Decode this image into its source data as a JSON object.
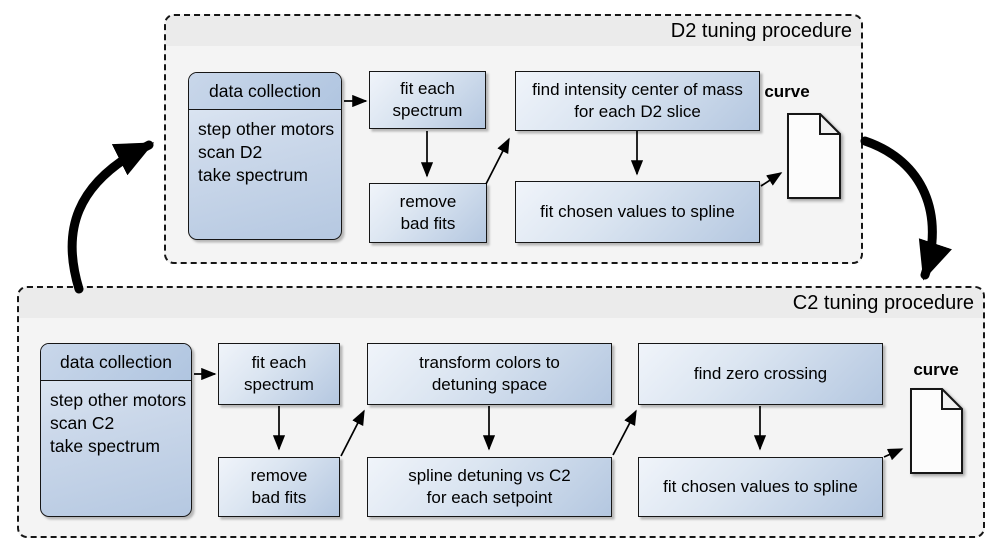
{
  "diagram": {
    "d2": {
      "title": "D2 tuning procedure",
      "collection": {
        "header": "data collection",
        "steps": [
          "step other motors",
          "scan D2",
          "take spectrum"
        ]
      },
      "fit_each": "fit each\nspectrum",
      "remove_bad": "remove\nbad fits",
      "find_com": "find intensity center of mass\nfor each D2 slice",
      "fit_spline": "fit chosen values to spline",
      "output_label": "curve"
    },
    "c2": {
      "title": "C2 tuning procedure",
      "collection": {
        "header": "data collection",
        "steps": [
          "step other motors",
          "scan C2",
          "take spectrum"
        ]
      },
      "fit_each": "fit each\nspectrum",
      "remove_bad": "remove\nbad fits",
      "transform": "transform colors to\ndetuning space",
      "spline_detuning": "spline detuning vs C2\nfor each setpoint",
      "find_zero": "find zero crossing",
      "fit_spline": "fit chosen values to spline",
      "output_label": "curve"
    },
    "colors": {
      "box_gradient_light": "#f0f4fa",
      "box_gradient_dark": "#b4c7e0",
      "header_fill": "#b8cce4",
      "panel_body": "#f4f4f4",
      "panel_title_strip": "#ebebeb",
      "border": "#161616",
      "arrow": "#000000"
    }
  }
}
